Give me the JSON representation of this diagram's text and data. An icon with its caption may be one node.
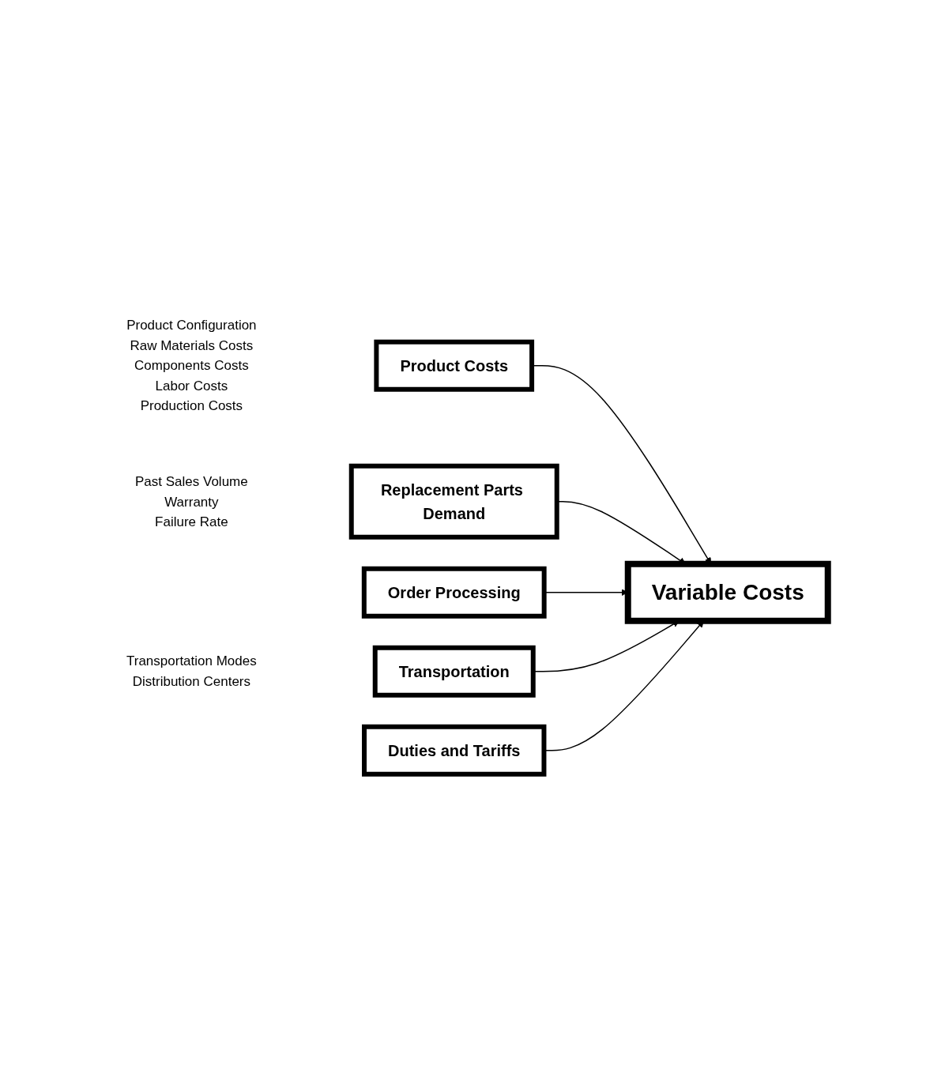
{
  "diagram": {
    "nodes": [
      {
        "text": [
          "Product Costs"
        ],
        "beside": [
          "Product Configuration",
          "Raw Materials Costs",
          "Components Costs",
          "Labor Costs",
          "Production Costs"
        ]
      },
      {
        "text": [
          "Replacement Parts Demand"
        ],
        "beside": [
          "Past Sales Volume",
          "Warranty",
          "Failure Rate"
        ]
      },
      {
        "text": [
          "Order Processing"
        ]
      },
      {
        "text": [
          "Transportation"
        ],
        "beside": [
          "Transportation Modes",
          "Distribution Centers"
        ]
      },
      {
        "text": [
          "Duties and Tariffs"
        ]
      },
      {
        "text": [
          "Variable Costs"
        ]
      }
    ],
    "edges": [
      {
        "from": 0,
        "to": 5,
        "arrow": "to"
      },
      {
        "from": 1,
        "to": 5,
        "arrow": "to"
      },
      {
        "from": 2,
        "to": 5,
        "arrow": "to"
      },
      {
        "from": 3,
        "to": 5,
        "arrow": "to"
      },
      {
        "from": 4,
        "to": 5,
        "arrow": "to"
      }
    ]
  }
}
